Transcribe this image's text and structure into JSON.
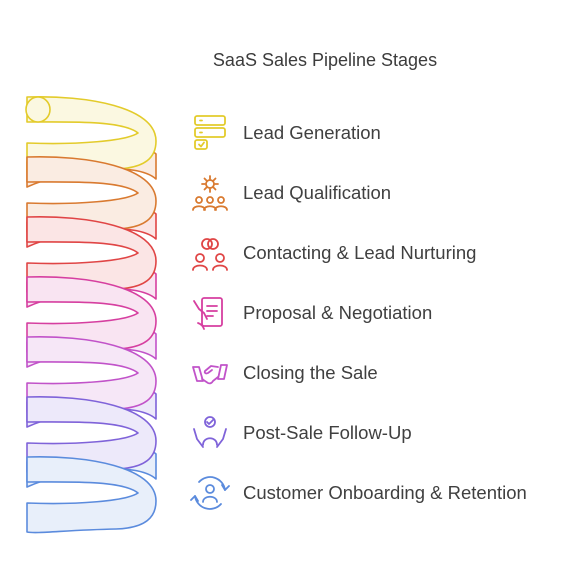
{
  "title": "SaaS Sales Pipeline Stages",
  "stages": [
    {
      "label": "Lead Generation",
      "icon": "server-stack-icon",
      "color": "#E3CB2B"
    },
    {
      "label": "Lead Qualification",
      "icon": "gear-people-icon",
      "color": "#D97A30"
    },
    {
      "label": "Contacting & Lead Nurturing",
      "icon": "handshake-people-icon",
      "color": "#E04545"
    },
    {
      "label": "Proposal & Negotiation",
      "icon": "document-hand-icon",
      "color": "#D63FA0"
    },
    {
      "label": "Closing the Sale",
      "icon": "handshake-icon",
      "color": "#C153C9"
    },
    {
      "label": "Post-Sale Follow-Up",
      "icon": "person-support-icon",
      "color": "#7F63D9"
    },
    {
      "label": "Customer Onboarding & Retention",
      "icon": "person-cycle-icon",
      "color": "#5B8BDD"
    }
  ]
}
